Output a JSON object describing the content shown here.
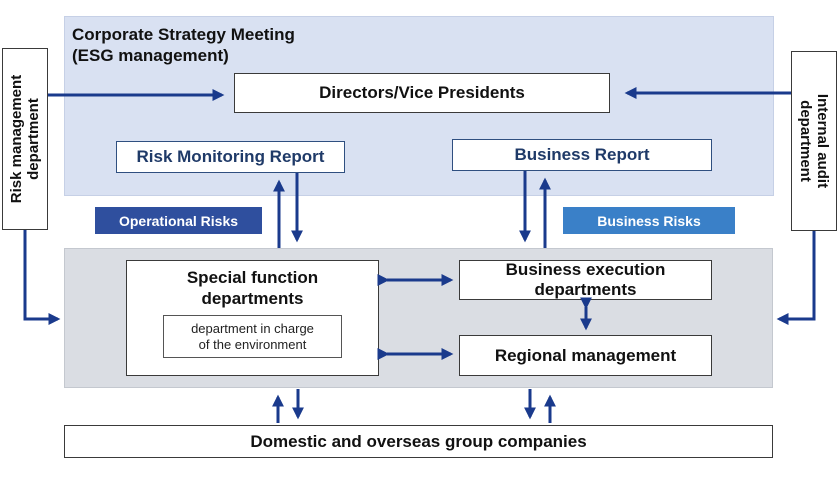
{
  "title_line1": "Corporate Strategy Meeting",
  "title_line2": "(ESG management)",
  "directors": "Directors/Vice Presidents",
  "risk_monitoring_report": "Risk Monitoring Report",
  "business_report": "Business Report",
  "operational_risks": "Operational Risks",
  "business_risks": "Business Risks",
  "risk_mgmt_line1": "Risk management",
  "risk_mgmt_line2": "department",
  "internal_audit_line1": "Internal audit",
  "internal_audit_line2": "department",
  "special_line1": "Special function",
  "special_line2": "departments",
  "env_line1": "department in charge",
  "env_line2": "of the environment",
  "business_exec_line1": "Business execution",
  "business_exec_line2": "departments",
  "regional": "Regional management",
  "group_companies": "Domestic and overseas group companies",
  "colors": {
    "arrow": "#1a3a8c",
    "operational_tag": "#2f4f9e",
    "business_tag": "#3a80c8"
  }
}
